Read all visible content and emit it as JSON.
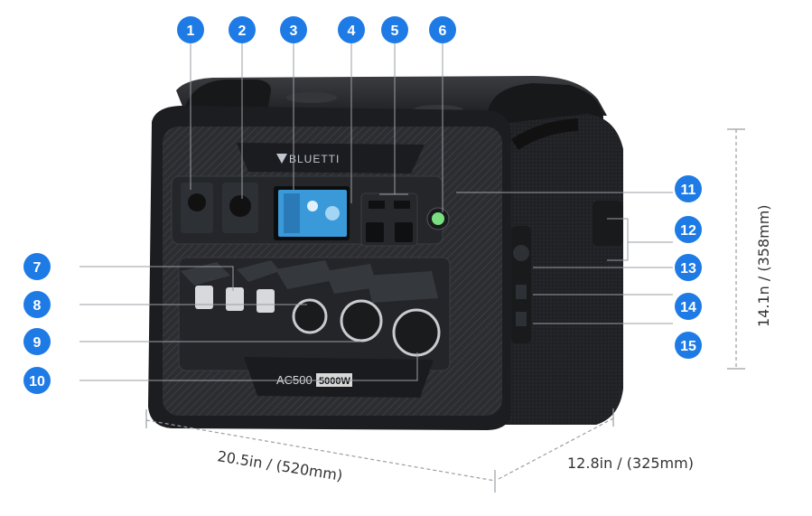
{
  "product": {
    "brand": "BLUETTI",
    "model": "AC500",
    "power": "5000W"
  },
  "callouts": [
    "1",
    "2",
    "3",
    "4",
    "5",
    "6",
    "7",
    "8",
    "9",
    "10",
    "11",
    "12",
    "13",
    "14",
    "15"
  ],
  "dimensions": {
    "width": "20.5in / (520mm)",
    "depth": "12.8in / (325mm)",
    "height": "14.1n / (358mm)"
  },
  "colors": {
    "callout": "#1e7be6",
    "body": "#2a2c2f",
    "screen": "#3a9ad9"
  }
}
